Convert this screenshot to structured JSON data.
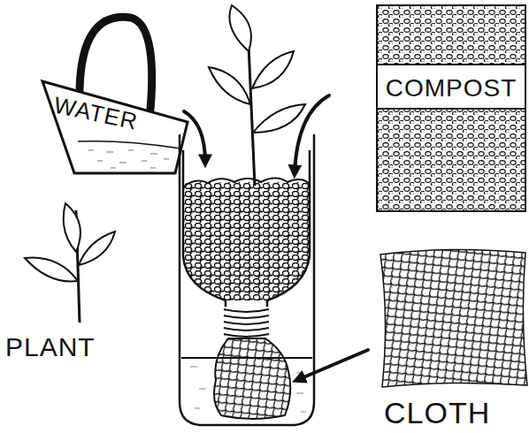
{
  "diagram": {
    "nodes": [
      {
        "text": [
          "WATER"
        ]
      },
      {
        "text": [
          "COMPOST"
        ]
      }
    ],
    "labels": [
      "PLANT",
      "CLOTH"
    ]
  }
}
